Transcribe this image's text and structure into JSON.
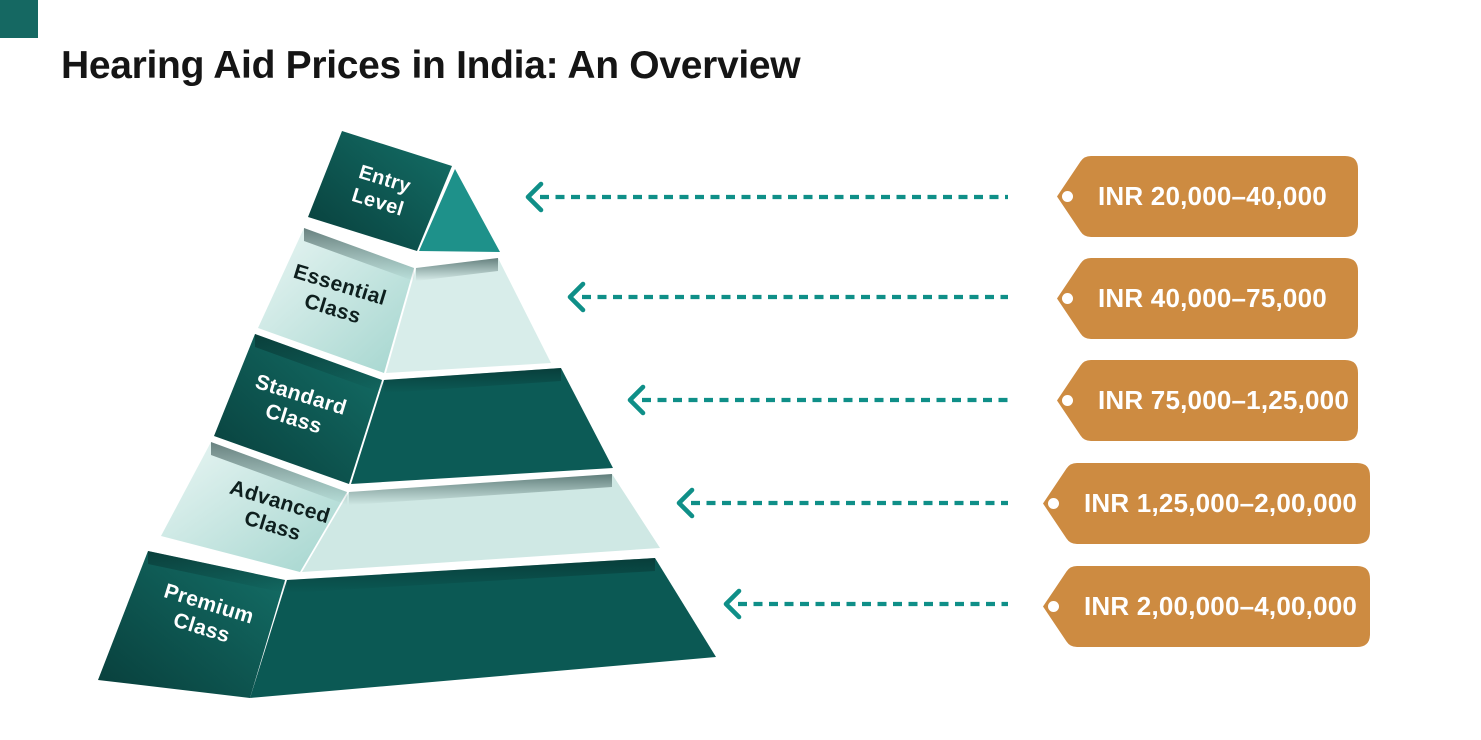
{
  "title": {
    "text": "Hearing Aid Prices in India: An Overview",
    "color": "#151515"
  },
  "accent": {
    "corner_square": "#156862"
  },
  "palette": {
    "dark_face_top": "#147068",
    "dark_face_bottom": "#083E3B",
    "light_face_top": "#EAF6F4",
    "light_face_bottom": "#A3D5CE",
    "front_face_tier1": "#1E918A",
    "front_face_tier2": "#D8EDEA",
    "front_face_tier3": "#0C5B56",
    "front_face_tier4": "#CFE8E4",
    "front_face_tier5": "#0B5954",
    "label_on_dark": "#FFFFFF",
    "label_on_light": "#0E1F1E",
    "arrow": "#0F8F88",
    "shadow": "#052624",
    "tag_fill": "#CD8B41",
    "tag_text": "#FFFFFF",
    "tag_dot": "#FFFFFF"
  },
  "pyramid": {
    "levels": [
      {
        "label_line1": "Entry",
        "label_line2": "Level",
        "price_range": "INR 20,000–40,000",
        "tone": "dark"
      },
      {
        "label_line1": "Essential",
        "label_line2": "Class",
        "price_range": "INR 40,000–75,000",
        "tone": "light"
      },
      {
        "label_line1": "Standard",
        "label_line2": "Class",
        "price_range": "INR 75,000–1,25,000",
        "tone": "dark"
      },
      {
        "label_line1": "Advanced",
        "label_line2": "Class",
        "price_range": "INR 1,25,000–2,00,000",
        "tone": "light"
      },
      {
        "label_line1": "Premium",
        "label_line2": "Class",
        "price_range": "INR 2,00,000–4,00,000",
        "tone": "dark"
      }
    ]
  }
}
